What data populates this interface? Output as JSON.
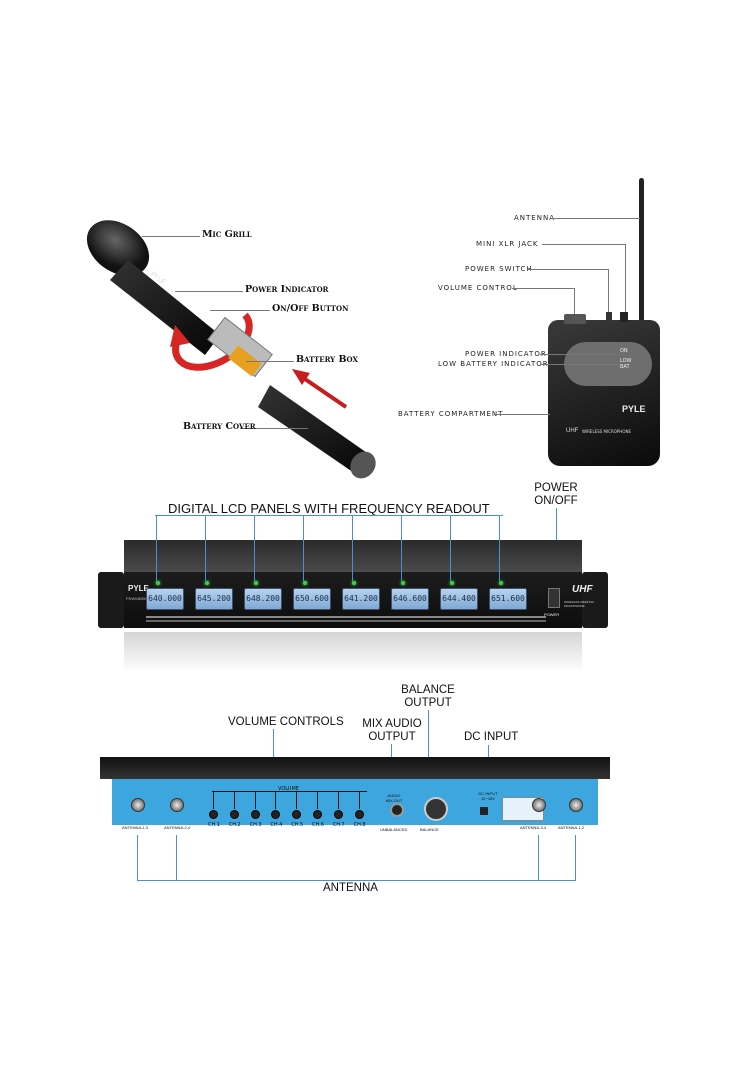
{
  "mic": {
    "brand": "PYLE",
    "labels": {
      "mic_grill": "Mic Grill",
      "power_indicator": "Power Indicator",
      "onoff_button": "On/Off Button",
      "battery_box": "Battery Box",
      "battery_cover": "Battery Cover"
    }
  },
  "bodypack": {
    "labels": {
      "antenna": "ANTENNA",
      "mini_xlr": "MINI XLR JACK",
      "power_switch": "POWER SWITCH",
      "volume_control": "VOLUME CONTROL",
      "power_indicator": "POWER INDICATOR",
      "low_battery": "LOW BATTERY INDICATOR",
      "battery_compartment": "BATTERY COMPARTMENT"
    },
    "led_on": "ON",
    "led_low": "LOW",
    "led_bat": "BAT",
    "brand": "PYLE",
    "model_text": "UHF",
    "model_sub": "WIRELESS MICROPHONE"
  },
  "front": {
    "title": "DIGITAL LCD PANELS WITH FREQUENCY READOUT",
    "power_label_1": "POWER",
    "power_label_2": "ON/OFF",
    "brand": "PYLE",
    "model": "PDWM8350",
    "uhf": "UHF",
    "uhf_sub": "WIRELESS MEETING MICROPHONE",
    "power_text": "POWER",
    "lcds": [
      "640.000",
      "645.200",
      "648.200",
      "650.600",
      "641.200",
      "646.600",
      "644.400",
      "651.600"
    ]
  },
  "rear": {
    "balance_1": "BALANCE",
    "balance_2": "OUTPUT",
    "volume_controls": "VOLUME CONTROLS",
    "mix_1": "MIX AUDIO",
    "mix_2": "OUTPUT",
    "dc_input": "DC INPUT",
    "antenna": "ANTENNA",
    "volume_panel": "VOLUME",
    "channels": [
      "CH.1",
      "CH.2",
      "CH.3",
      "CH.4",
      "CH.5",
      "CH.6",
      "CH.7",
      "CH.8"
    ],
    "audio_mix_out": "AUDIO MIX.OUT",
    "unbalanced": "UNBALANCED",
    "balance": "BALANCE",
    "dc_panel": "DC INPUT 12~18V",
    "ant_1": "ANTENNA-1,3",
    "ant_2": "ANTENNA-2,4",
    "ant_3": "ANTENNA-3,4",
    "ant_4": "ANTENNA-1,2"
  },
  "colors": {
    "accent_line": "#4a8fd0",
    "rear_panel": "#3ea6de",
    "lcd": "#9cc0e4",
    "led": "#3bd24a"
  }
}
